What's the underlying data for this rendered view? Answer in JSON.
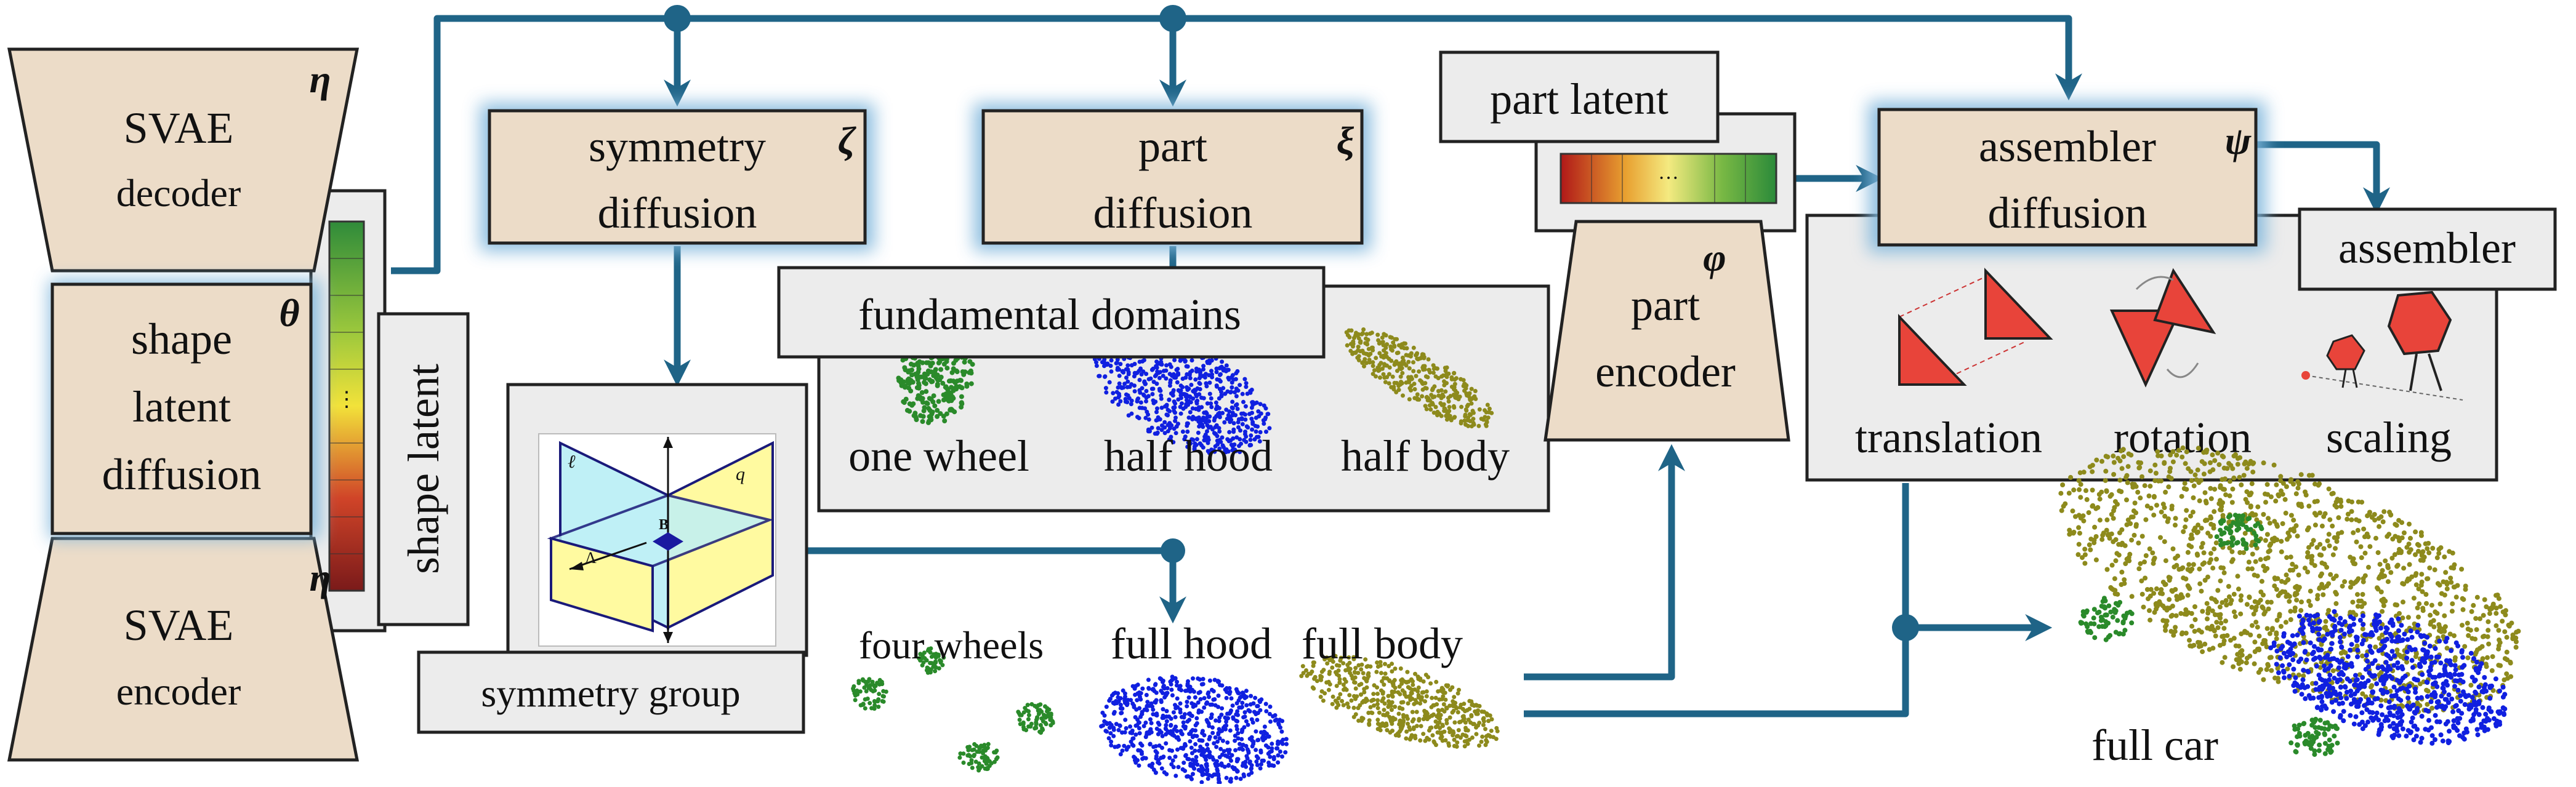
{
  "diagram": {
    "svae_decoder": {
      "line1": "SVAE",
      "line2": "decoder",
      "symbol": "η"
    },
    "svae_encoder": {
      "line1": "SVAE",
      "line2": "encoder",
      "symbol": "η"
    },
    "shape_latent_diffusion": {
      "line1": "shape",
      "line2": "latent",
      "line3": "diffusion",
      "symbol": "θ"
    },
    "shape_latent_label": "shape latent",
    "symmetry_diffusion": {
      "line1": "symmetry",
      "line2": "diffusion",
      "symbol": "ζ"
    },
    "part_diffusion": {
      "line1": "part",
      "line2": "diffusion",
      "symbol": "ξ"
    },
    "fundamental_domains": {
      "title": "fundamental domains",
      "items": [
        "one wheel",
        "half hood",
        "half body"
      ]
    },
    "symmetry_group": {
      "label": "symmetry group",
      "plane_labels": [
        "ℓ",
        "q",
        "B",
        "Λ"
      ]
    },
    "full_parts": [
      "four wheels",
      "full hood",
      "full body"
    ],
    "part_latent_label": "part latent",
    "part_encoder": {
      "line1": "part",
      "line2": "encoder",
      "symbol": "φ"
    },
    "assembler_diffusion": {
      "line1": "assembler",
      "line2": "diffusion",
      "symbol": "ψ"
    },
    "assembler_label": "assembler",
    "transforms": [
      "translation",
      "rotation",
      "scaling"
    ],
    "result_label": "full car"
  },
  "colors": {
    "box_fill": "#ecdcc8",
    "panel_fill": "#ececec",
    "arrow": "#1f6487",
    "glow": "#7fb6dc",
    "wheel_green": "#2a8a2a",
    "hood_blue": "#1020e0",
    "body_olive": "#8d8a1c",
    "plane_blue": "#bff0f6",
    "plane_yellow": "#fffaa0",
    "triangle_red": "#e8443a"
  }
}
